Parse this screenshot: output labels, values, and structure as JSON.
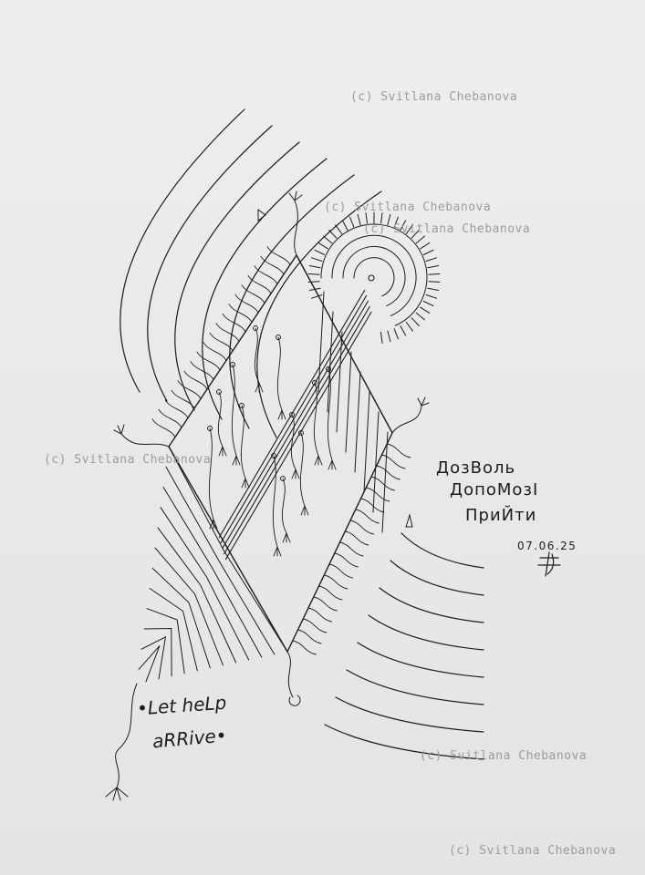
{
  "watermarks": [
    "(c) Svitlana Chebanova",
    "(c) Svitlana Chebanova",
    "(c) Svitlana Chebanova",
    "(c) Svitlana Chebanova",
    "(c) Svitlana Chebanova",
    "(c) Svitlana Chebanova"
  ],
  "handwriting": {
    "ukrainian_lines": [
      "ДозВоль",
      "ДопоМозІ",
      "ПриЙти"
    ],
    "date": "07.06.25",
    "english_lines": [
      "•Let heLp",
      "aRRive•"
    ]
  },
  "colors": {
    "paper": "#ebecea",
    "ink": "#1c1c1c",
    "watermark": "#9b9d9c"
  },
  "icons": [
    "signature-mark-icon",
    "sun-icon"
  ]
}
